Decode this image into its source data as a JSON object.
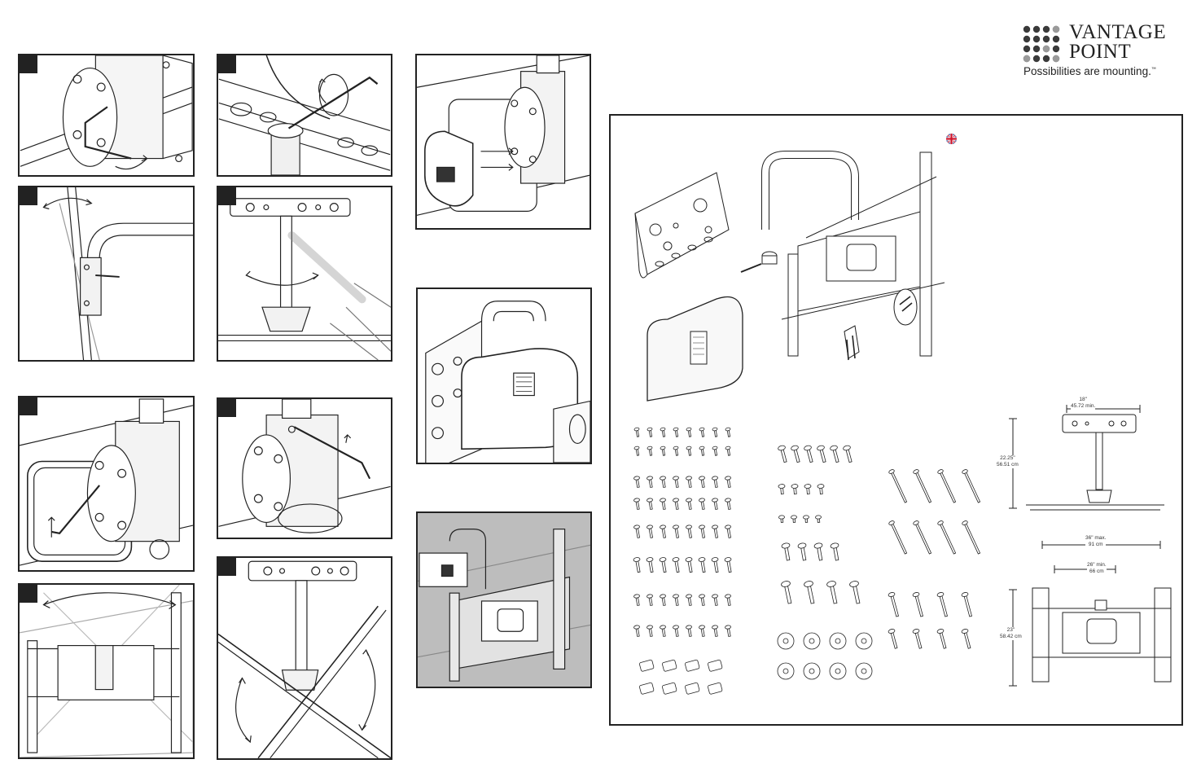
{
  "brand": {
    "name_line1": "VANTAGE",
    "name_line2": "POINT",
    "tagline": "Possibilities are mounting.",
    "tm": "™"
  },
  "steps": [
    {
      "number": ""
    },
    {
      "number": ""
    },
    {
      "number": ""
    },
    {
      "number": ""
    },
    {
      "number": ""
    },
    {
      "number": ""
    },
    {
      "number": ""
    },
    {
      "number": ""
    }
  ],
  "dimensions": {
    "width_min_in": "18\"",
    "width_min_cm": "45.72 min.",
    "height_in": "22.25\"",
    "height_cm": "56.51 cm",
    "span_max_in": "36\" max.",
    "span_max_cm": "91 cm",
    "span_min_in": "26\" min.",
    "span_min_cm": "66 cm",
    "plate_in": "23\"",
    "plate_cm": "58.42 cm"
  },
  "colors": {
    "line": "#222222",
    "shade": "#bdbdbd",
    "flag_red": "#cf142b",
    "flag_blue": "#00247d"
  }
}
